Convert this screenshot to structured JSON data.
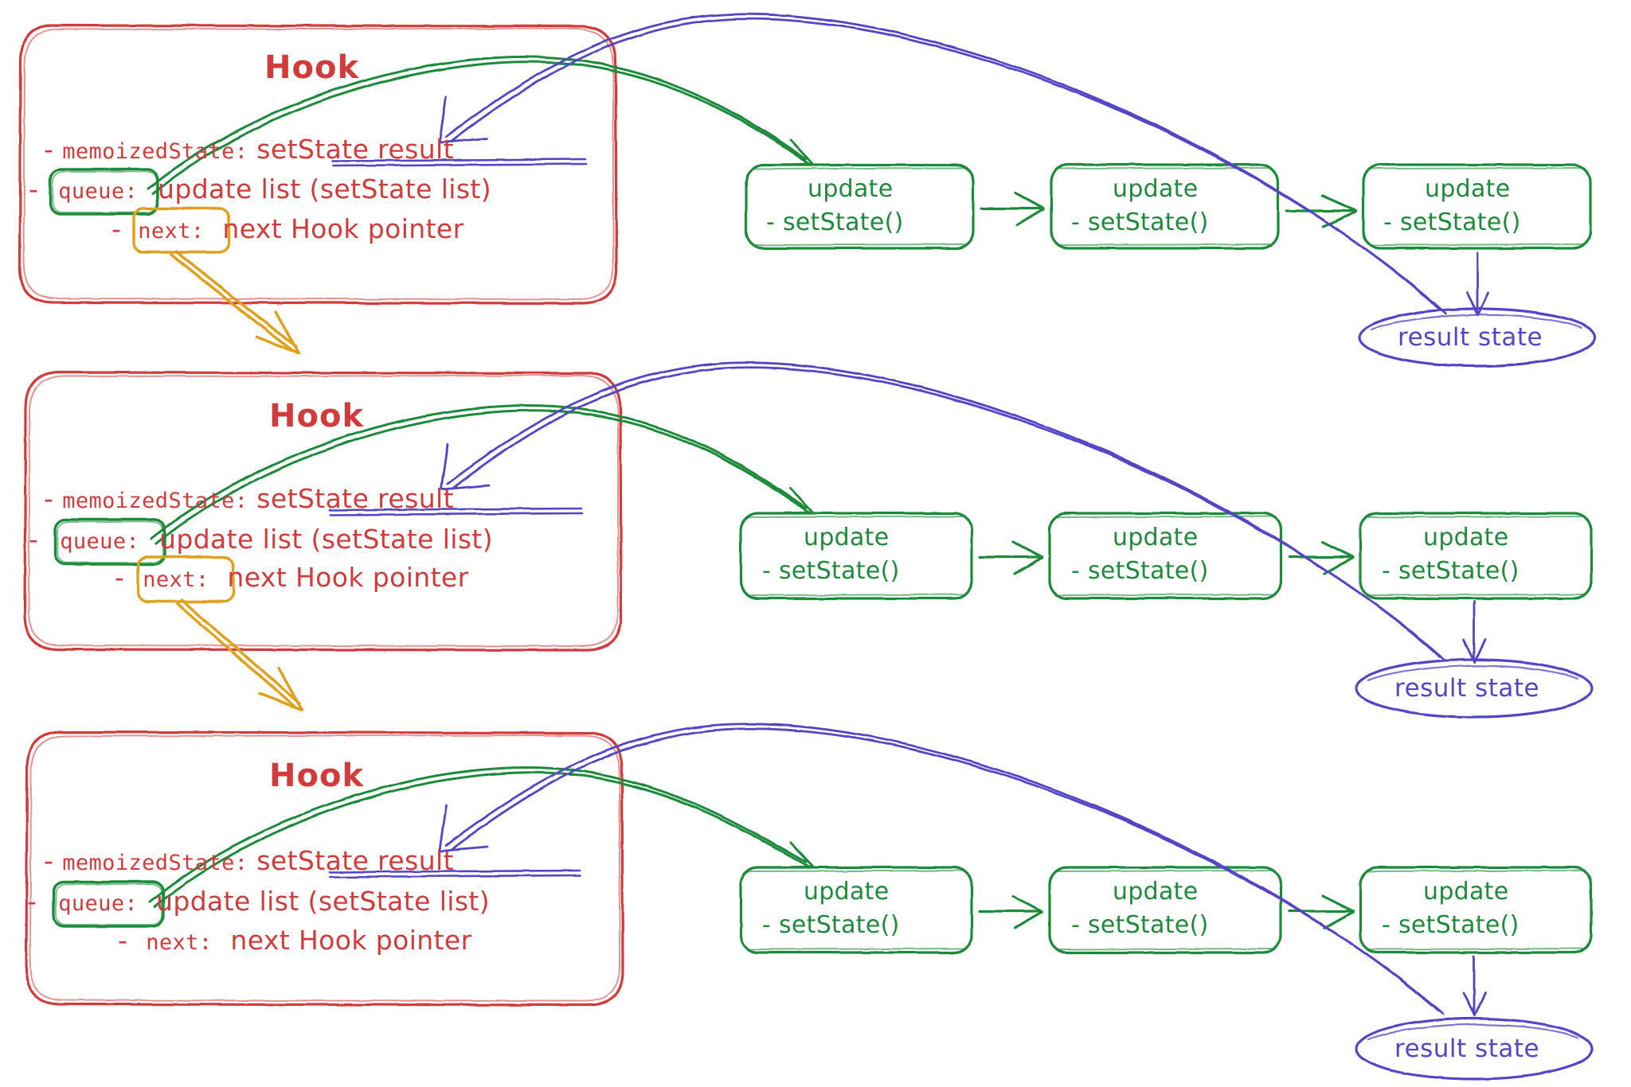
{
  "diagram": {
    "title": "React Hook linked list with update queue",
    "colors": {
      "hook_box": "#d13b3b",
      "hook_text": "#d13b3b",
      "update_box": "#1f8a3b",
      "update_text": "#1f8a3b",
      "result_state": "#5245c6",
      "next_highlight": "#e0a01e",
      "queue_highlight": "#1f8a3b",
      "background": "#ffffff"
    },
    "hooks": [
      {
        "title": "Hook",
        "fields": [
          {
            "bullet": "-",
            "key": "memoizedState:",
            "value": "setState result",
            "value_underlined": true,
            "key_boxed": false
          },
          {
            "bullet": "-",
            "key": "queue:",
            "value": "update list (setState list)",
            "value_underlined": false,
            "key_boxed": "green"
          },
          {
            "bullet": "-",
            "key": "next:",
            "value": "next Hook pointer",
            "value_underlined": false,
            "key_boxed": "orange"
          }
        ],
        "updates": [
          {
            "line1": "update",
            "line2": "- setState()"
          },
          {
            "line1": "update",
            "line2": "- setState()"
          },
          {
            "line1": "update",
            "line2": "- setState()"
          }
        ],
        "result": "result state"
      },
      {
        "title": "Hook",
        "fields": [
          {
            "bullet": "-",
            "key": "memoizedState:",
            "value": "setState result",
            "value_underlined": true,
            "key_boxed": false
          },
          {
            "bullet": "-",
            "key": "queue:",
            "value": "update list (setState list)",
            "value_underlined": false,
            "key_boxed": "green"
          },
          {
            "bullet": "-",
            "key": "next:",
            "value": "next Hook pointer",
            "value_underlined": false,
            "key_boxed": "orange"
          }
        ],
        "updates": [
          {
            "line1": "update",
            "line2": "- setState()"
          },
          {
            "line1": "update",
            "line2": "- setState()"
          },
          {
            "line1": "update",
            "line2": "- setState()"
          }
        ],
        "result": "result state"
      },
      {
        "title": "Hook",
        "fields": [
          {
            "bullet": "-",
            "key": "memoizedState:",
            "value": "setState result",
            "value_underlined": true,
            "key_boxed": false
          },
          {
            "bullet": "-",
            "key": "queue:",
            "value": "update list (setState list)",
            "value_underlined": false,
            "key_boxed": "green"
          },
          {
            "bullet": "-",
            "key": "next:",
            "value": "next Hook pointer",
            "value_underlined": false,
            "key_boxed": false
          }
        ],
        "updates": [
          {
            "line1": "update",
            "line2": "- setState()"
          },
          {
            "line1": "update",
            "line2": "- setState()"
          },
          {
            "line1": "update",
            "line2": "- setState()"
          }
        ],
        "result": "result state"
      }
    ]
  }
}
